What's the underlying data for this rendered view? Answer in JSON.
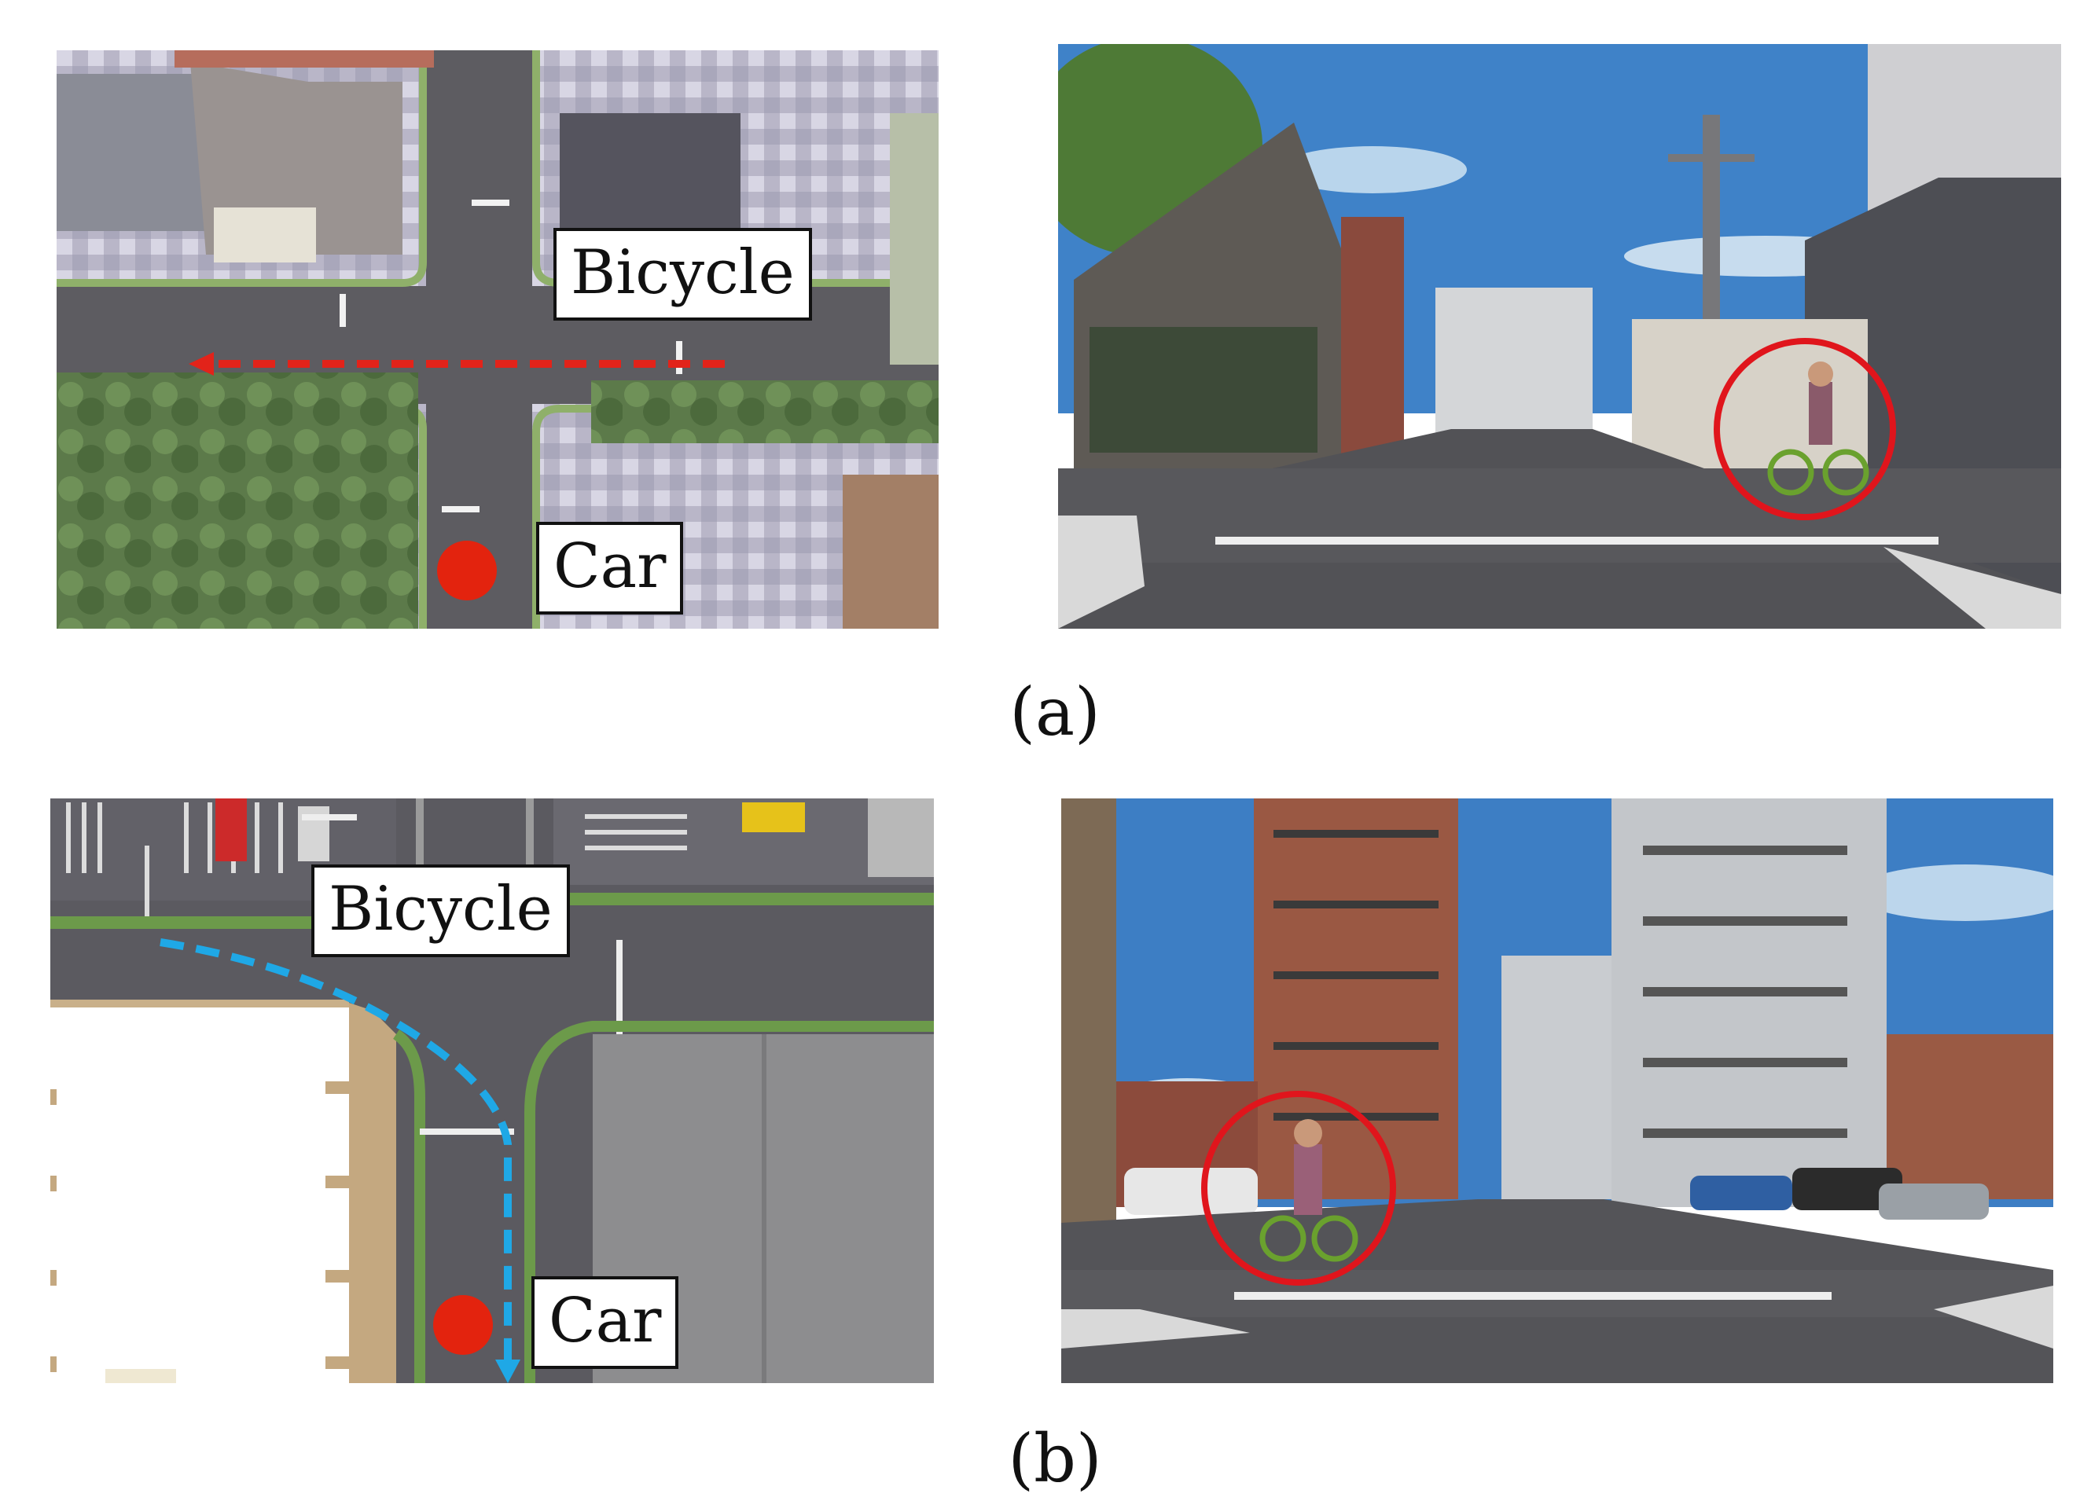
{
  "figure": {
    "panel_a": {
      "caption": "(a)",
      "map": {
        "bicycle_label": "Bicycle",
        "car_label": "Car",
        "path_color": "#e2231a",
        "car_marker_color": "#e3230e"
      },
      "view": {
        "highlight_color": "#e0151c"
      }
    },
    "panel_b": {
      "caption": "(b)",
      "map": {
        "bicycle_label": "Bicycle",
        "car_label": "Car",
        "path_color": "#1fa8e6",
        "car_marker_color": "#e3230e"
      },
      "view": {
        "highlight_color": "#e0151c"
      }
    }
  }
}
